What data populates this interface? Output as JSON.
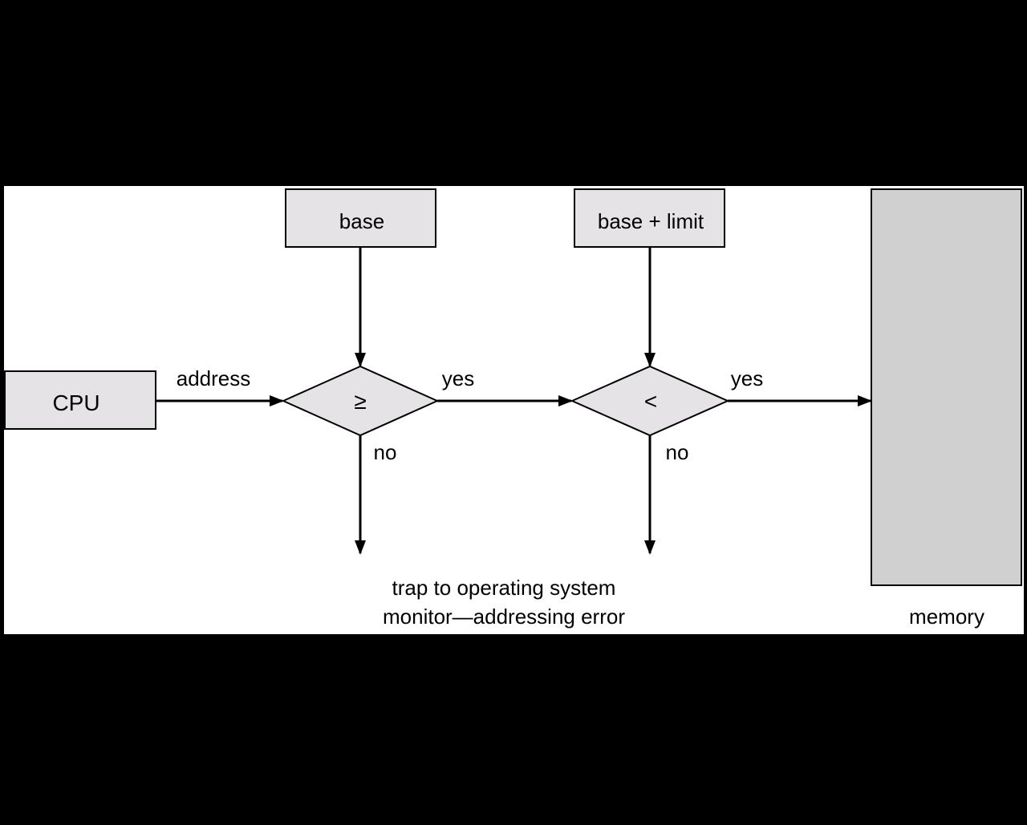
{
  "diagram": {
    "cpu_label": "CPU",
    "base_label": "base",
    "base_limit_label": "base + limit",
    "compare_ge_symbol": "≥",
    "compare_lt_symbol": "<",
    "edge_address": "address",
    "edge_yes_1": "yes",
    "edge_yes_2": "yes",
    "edge_no_1": "no",
    "edge_no_2": "no",
    "trap_line_1": "trap to operating system",
    "trap_line_2": "monitor—addressing error",
    "memory_label": "memory"
  },
  "colors": {
    "background": "#000000",
    "panel": "#ffffff",
    "box_fill": "#e6e3e6",
    "memory_fill": "#d0d0d0",
    "stroke": "#000000"
  }
}
